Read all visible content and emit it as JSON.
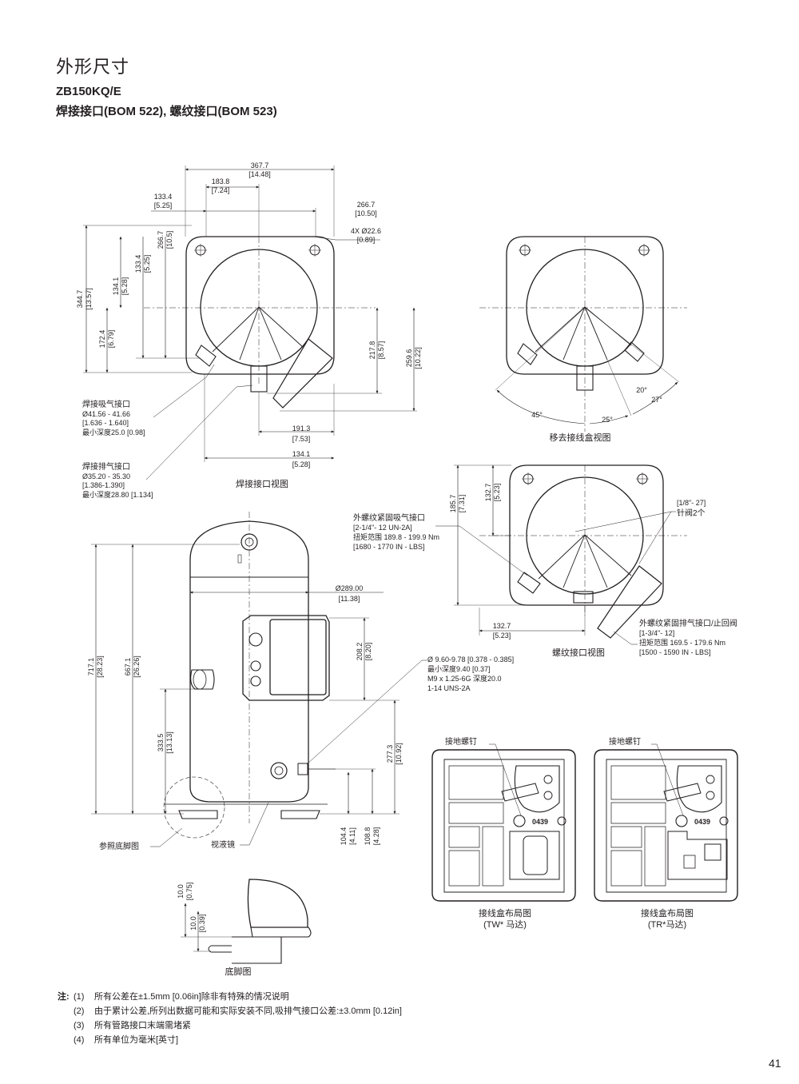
{
  "header": {
    "title": "外形尺寸",
    "model": "ZB150KQ/E",
    "subtitle": "焊接接口(BOM 522), 螺纹接口(BOM 523)"
  },
  "top_view": {
    "caption": "焊接接口视图",
    "dims": {
      "w367": "367.7",
      "w367_in": "[14.48]",
      "w183": "183.8",
      "w183_in": "[7.24]",
      "w133": "133.4",
      "w133_in": "[5.25]",
      "w266": "266.7",
      "w266_in": "[10.50]",
      "holes": "4X Ø22.6",
      "holes_in": "[0.89]",
      "h344": "344.7",
      "h344_in": "[13.57]",
      "h134": "134.1",
      "h134_in": "[5.28]",
      "h133": "133.4",
      "h133_in": "[5.25]",
      "h266": "266.7",
      "h266_in": "[10.5]",
      "h172": "172.4",
      "h172_in": "[6.79]",
      "h217": "217.8",
      "h217_in": "[8.57]",
      "h259": "259.6",
      "h259_in": "[10.22]",
      "w191": "191.3",
      "w191_in": "[7.53]",
      "w134": "134.1",
      "w134_in": "[5.28]"
    },
    "suction": [
      "焊接吸气接口",
      "Ø41.56 - 41.66",
      "[1.636 - 1.640]",
      "最小深度25.0 [0.98]"
    ],
    "discharge": [
      "焊接排气接口",
      "Ø35.20 - 35.30",
      "[1.386-1.390]",
      "最小深度28.80 [1.134]"
    ]
  },
  "removed_box_view": {
    "caption": "移去接线盒视图",
    "angles": {
      "a45": "45°",
      "a25": "25°",
      "a20": "20°",
      "a27": "27°"
    }
  },
  "thread_view": {
    "caption": "螺纹接口视图",
    "dims": {
      "h185": "185.7",
      "h185_in": "[7.31]",
      "h132": "132.7",
      "h132_in": "[5.23]",
      "w132": "132.7",
      "w132_in": "[5.23]"
    },
    "suction": [
      "外螺纹紧固吸气接口",
      "[2-1/4\"- 12 UN-2A]",
      "扭矩范围  189.8 - 199.9 Nm",
      "[1680 - 1770  IN - LBS]"
    ],
    "needle": [
      "[1/8\"- 27]",
      "针阀2个"
    ],
    "discharge": [
      "外螺纹紧固排气接口/止回阀",
      "[1-3/4\"- 12]",
      "扭矩范围  169.5 - 179.6 Nm",
      "[1500 - 1590  IN - LBS]"
    ]
  },
  "side_view": {
    "dims": {
      "dia289": "Ø289.00",
      "dia289_in": "[11.38]",
      "h717": "717.1",
      "h717_in": "[28.23]",
      "h667": "667.1",
      "h667_in": "[26.26]",
      "h208": "208.2",
      "h208_in": "[8.20]",
      "h333": "333.5",
      "h333_in": "[13.13]",
      "h277": "277.3",
      "h277_in": "[10.92]",
      "h104": "104.4",
      "h104_in": "[4.11]",
      "h108": "108.8",
      "h108_in": "[4.28]"
    },
    "mount": [
      "Ø 9.60-9.78 [0.378 - 0.385]",
      "最小深度9.40 [0.37]",
      "M9 x 1.25-6G 深度20.0",
      "1-14 UNS-2A"
    ],
    "foot_ref": "参照底脚图",
    "sight_glass": "视液镜"
  },
  "foot_view": {
    "caption": "底脚图",
    "dims": {
      "d10a": "10.0",
      "d10a_in": "[0.75]",
      "d10b": "10.0",
      "d10b_in": "[0.39]"
    }
  },
  "terminal_box_tw": {
    "ground": "接地螺钉",
    "code": "0439",
    "caption1": "接线盒布局图",
    "caption2": "(TW* 马达)"
  },
  "terminal_box_tr": {
    "ground": "接地螺钉",
    "code": "0439",
    "caption1": "接线盒布局图",
    "caption2": "(TR*马达)"
  },
  "notes": {
    "head": "注:",
    "items": [
      {
        "num": "(1)",
        "text": "所有公差在±1.5mm [0.06in]除非有特殊的情况说明"
      },
      {
        "num": "(2)",
        "text": "由于累计公差,所列出数据可能和实际安装不同,吸排气接口公差:±3.0mm [0.12in]"
      },
      {
        "num": "(3)",
        "text": "所有管路接口末端需堵紧"
      },
      {
        "num": "(4)",
        "text": "所有单位为毫米[英寸]"
      }
    ]
  },
  "page_number": "41"
}
